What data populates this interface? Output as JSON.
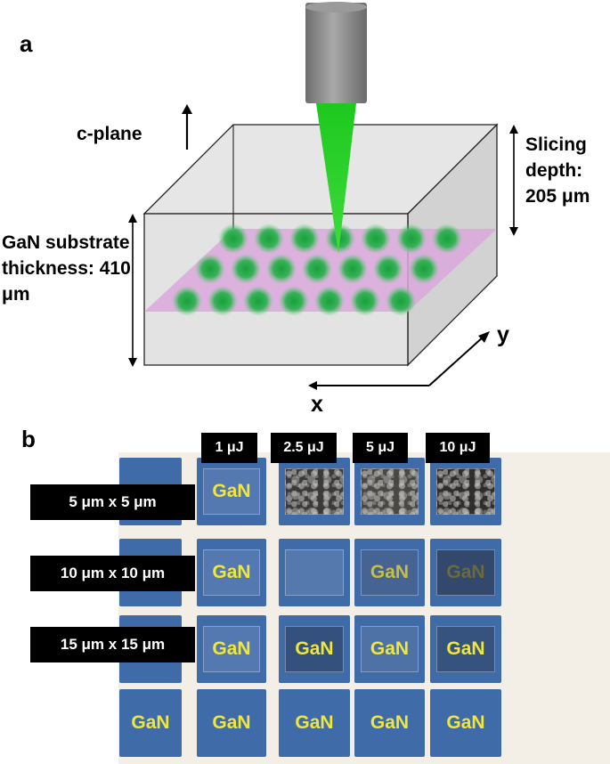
{
  "panel_a": {
    "label": "a",
    "c_plane_label": "c-plane",
    "slicing_depth_label": "Slicing depth: 205 μm",
    "substrate_label": "GaN substrate thickness: 410 μm",
    "axis_x": "x",
    "axis_y": "y",
    "spot_rows": [
      7,
      7,
      7
    ],
    "colors": {
      "laser": "#22c422",
      "spot": "#1fa83a",
      "plane": "#dba8dc",
      "box_face": "#dcdcdc",
      "objective": "#8c8c8c"
    }
  },
  "panel_b": {
    "label": "b",
    "columns": [
      "1 μJ",
      "2.5 μJ",
      "5 μJ",
      "10 μJ"
    ],
    "rows": [
      "5 μm x 5 μm",
      "10 μm x 10 μm",
      "15 μm x 15 μm"
    ],
    "chip_text": "GaN",
    "colors": {
      "card": "#3f6ba9",
      "chip_text": "#f1e63a",
      "background": "#f3efe6"
    }
  }
}
